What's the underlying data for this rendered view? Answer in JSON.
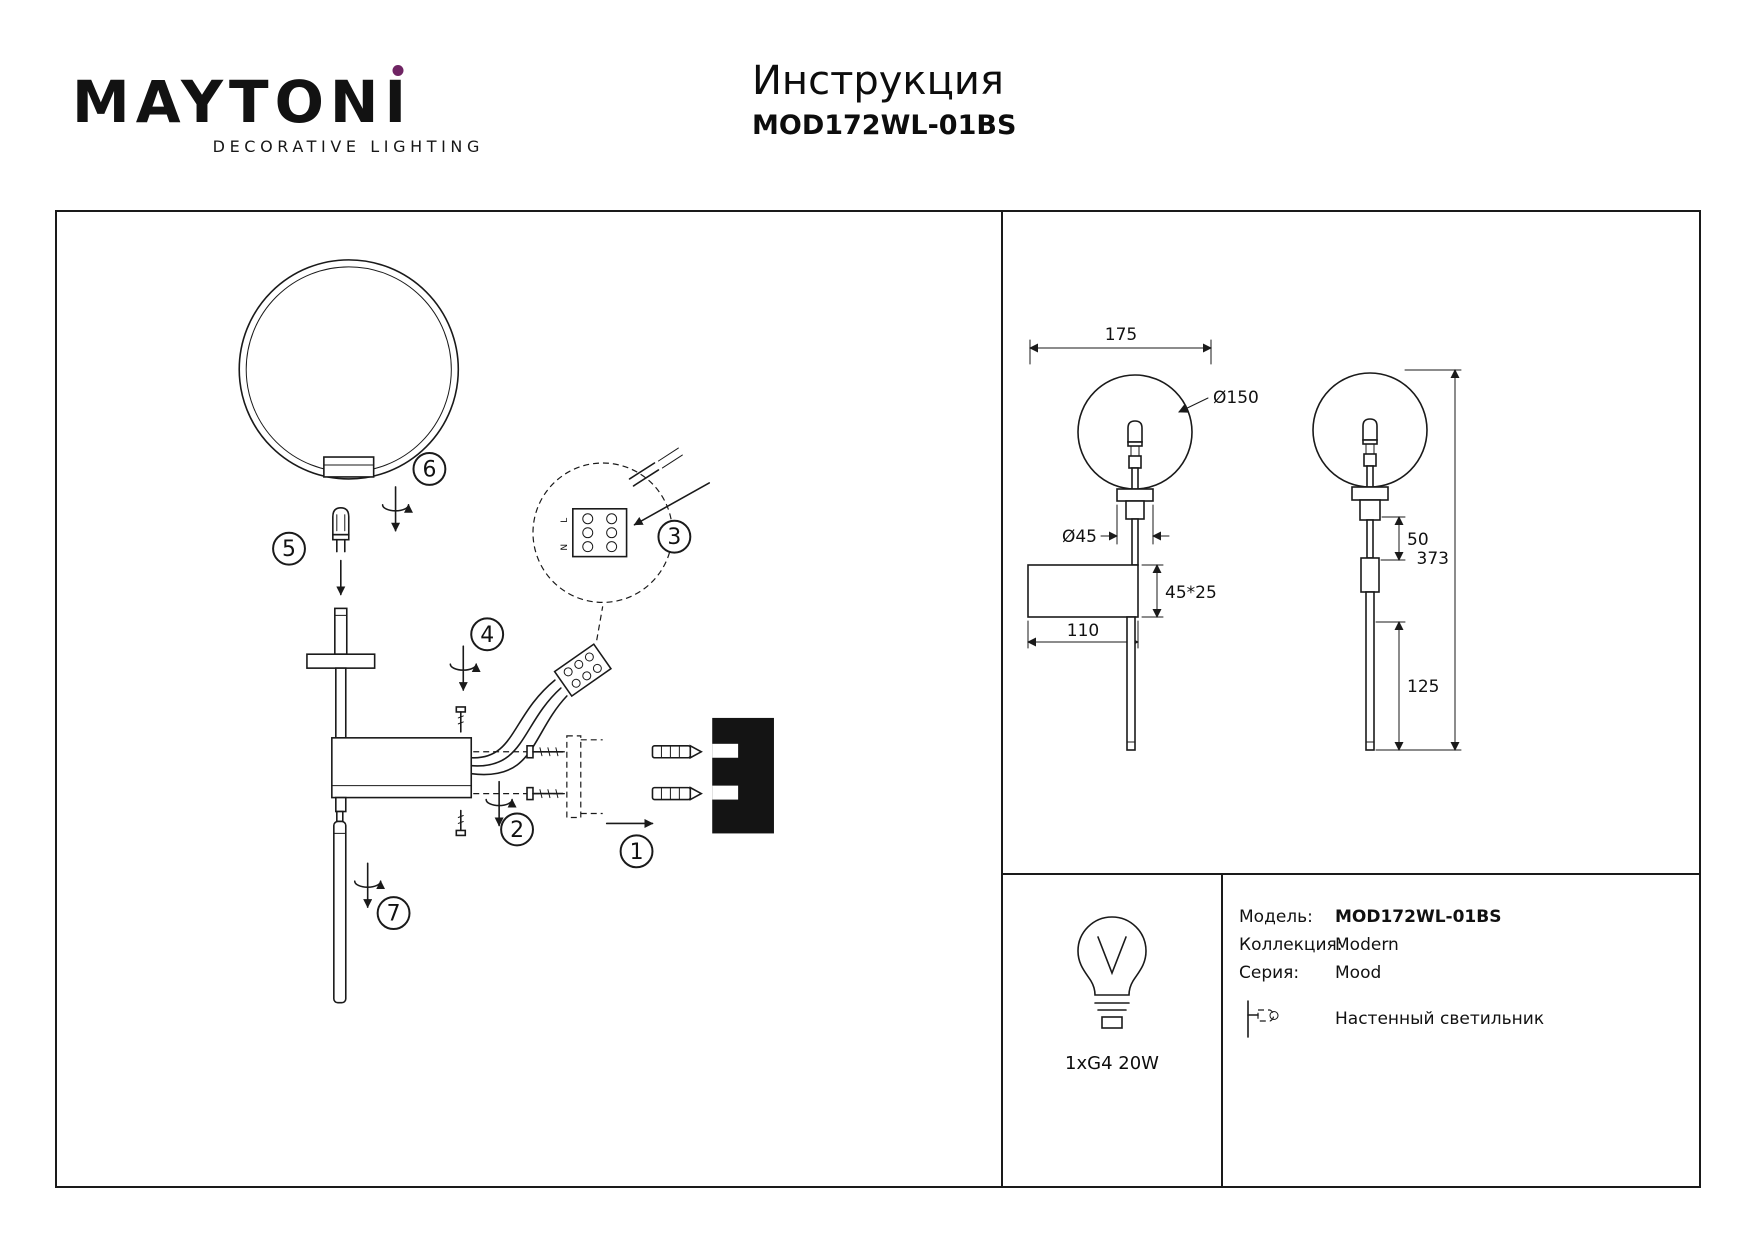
{
  "header": {
    "logo_prefix": "MAYTON",
    "logo_last": "I",
    "logo_sub": "DECORATIVE LIGHTING",
    "title": "Инструкция",
    "model_code": "MOD172WL-01BS"
  },
  "assembly": {
    "steps": [
      "1",
      "2",
      "3",
      "4",
      "5",
      "6",
      "7"
    ],
    "terminal_l": "L",
    "terminal_n": "N"
  },
  "dims": {
    "width_175": "175",
    "dia_150": "Ø150",
    "dia_45": "Ø45",
    "plate_45_25": "45*25",
    "base_110": "110",
    "neck_50": "50",
    "total_373": "373",
    "rod_125": "125"
  },
  "specs": {
    "lamp": "1xG4 20W",
    "rows": [
      {
        "label": "Модель:",
        "value": "MOD172WL-01BS"
      },
      {
        "label": "Коллекция:",
        "value": "Modern"
      },
      {
        "label": "Серия:",
        "value": "Mood"
      },
      {
        "label": "",
        "value": "Настенный светильник"
      }
    ]
  },
  "colors": {
    "accent": "#6f2463",
    "line": "#1a1a1a"
  }
}
